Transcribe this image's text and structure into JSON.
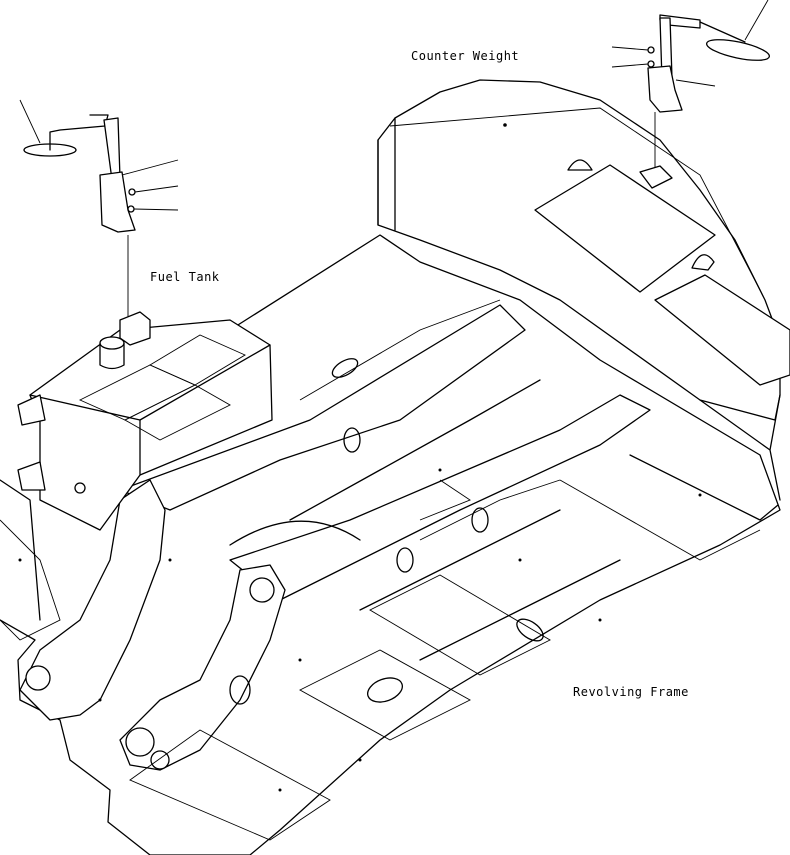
{
  "diagram": {
    "labels": {
      "counter_weight": "Counter Weight",
      "fuel_tank": "Fuel Tank",
      "revolving_frame": "Revolving Frame"
    },
    "colors": {
      "line": "#000000",
      "background": "#ffffff"
    }
  }
}
